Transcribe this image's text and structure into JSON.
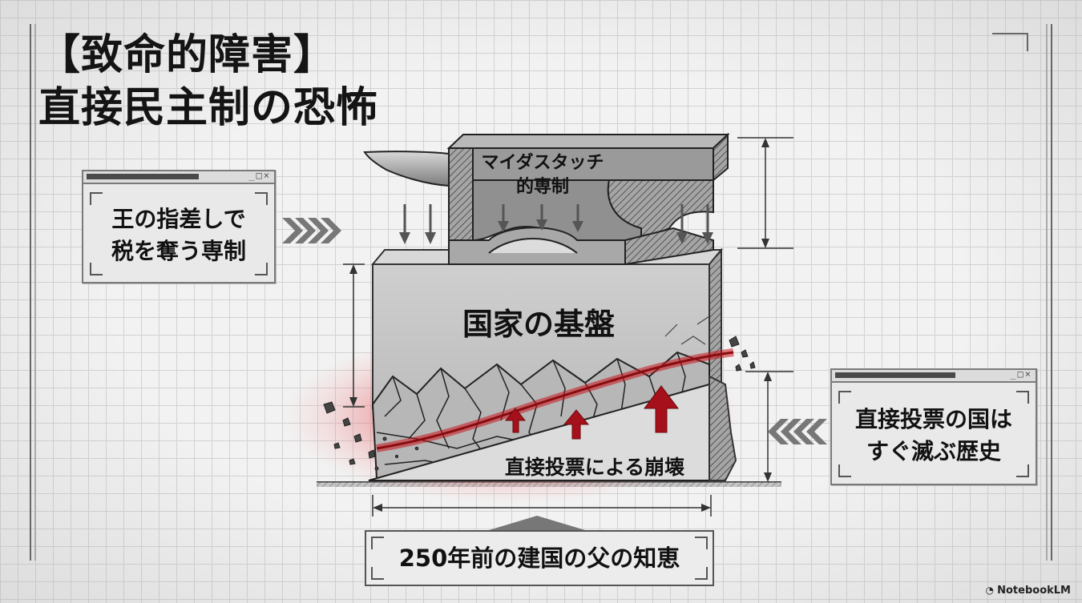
{
  "title": {
    "line1": "【致命的障害】",
    "line2": "直接民主制の恐怖"
  },
  "diagram": {
    "anvil_label_line1": "マイダスタッチ",
    "anvil_label_line2": "的専制",
    "block_label": "国家の基盤",
    "collapse_label": "直接投票による崩壊"
  },
  "left_panel": {
    "line1": "王の指差しで",
    "line2": "税を奪う専制",
    "window_controls": "_□×"
  },
  "right_panel": {
    "line1": "直接投票の国は",
    "line2": "すぐ滅ぶ歴史",
    "window_controls": "_□×"
  },
  "bottom_label": "250年前の建国の父の知恵",
  "footer": {
    "logo_text": "NotebookLM"
  },
  "icons": [
    "chevrons-right-icon",
    "chevrons-left-icon",
    "down-arrow-icon",
    "up-arrow-icon",
    "triangle-up-icon"
  ],
  "colors": {
    "danger": "#b5121b",
    "metal": "#8f8f8f",
    "stone": "#c8c8c8"
  }
}
